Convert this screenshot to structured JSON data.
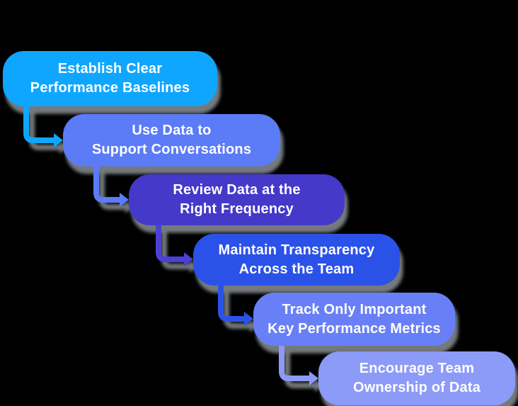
{
  "diagram": {
    "background_color": "#000000",
    "text_color": "#ffffff",
    "shadow_color": "#75797d",
    "steps": [
      {
        "lines": [
          "Establish Clear",
          "Performance Baselines"
        ],
        "fill": "#0fa6ff"
      },
      {
        "lines": [
          "Use Data to",
          "Support Conversations"
        ],
        "fill": "#5b7bf7"
      },
      {
        "lines": [
          "Review Data at the",
          "Right Frequency"
        ],
        "fill": "#4439c9"
      },
      {
        "lines": [
          "Maintain Transparency",
          "Across the Team"
        ],
        "fill": "#2b52e8"
      },
      {
        "lines": [
          "Track Only Important",
          "Key Performance Metrics"
        ],
        "fill": "#687ff7"
      },
      {
        "lines": [
          "Encourage Team",
          "Ownership of Data"
        ],
        "fill": "#8c9af8"
      }
    ],
    "connectors": [
      {
        "from": 1,
        "to": 2,
        "color": "#0fa6ff"
      },
      {
        "from": 2,
        "to": 3,
        "color": "#5b7bf7"
      },
      {
        "from": 3,
        "to": 4,
        "color": "#4c40d4"
      },
      {
        "from": 4,
        "to": 5,
        "color": "#2b52e8"
      },
      {
        "from": 5,
        "to": 6,
        "color": "#8c9af3"
      }
    ]
  }
}
